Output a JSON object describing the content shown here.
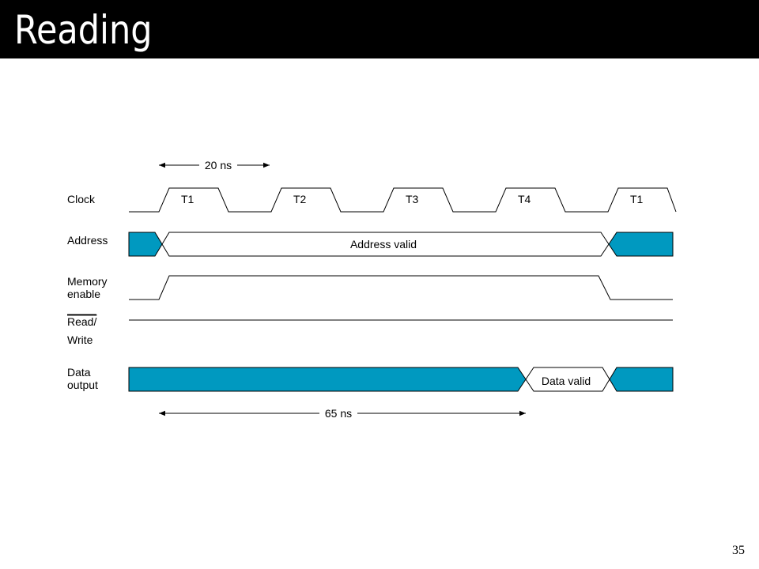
{
  "slide": {
    "title": "Reading",
    "page_number": "35"
  },
  "diagram": {
    "fill_color": "#0099C0",
    "line_color": "#000000",
    "period_annotation": "20 ns",
    "access_annotation": "65 ns",
    "signals": {
      "clock": {
        "label": "Clock",
        "cycles": [
          "T1",
          "T2",
          "T3",
          "T4",
          "T1"
        ]
      },
      "address": {
        "label": "Address",
        "valid_label": "Address valid"
      },
      "memory_enable": {
        "label_line1": "Memory",
        "label_line2": "enable"
      },
      "read_write": {
        "label_read": "Read",
        "label_slash": "/",
        "label_write": "Write"
      },
      "data_output": {
        "label_line1": "Data",
        "label_line2": "output",
        "valid_label": "Data valid"
      }
    }
  }
}
